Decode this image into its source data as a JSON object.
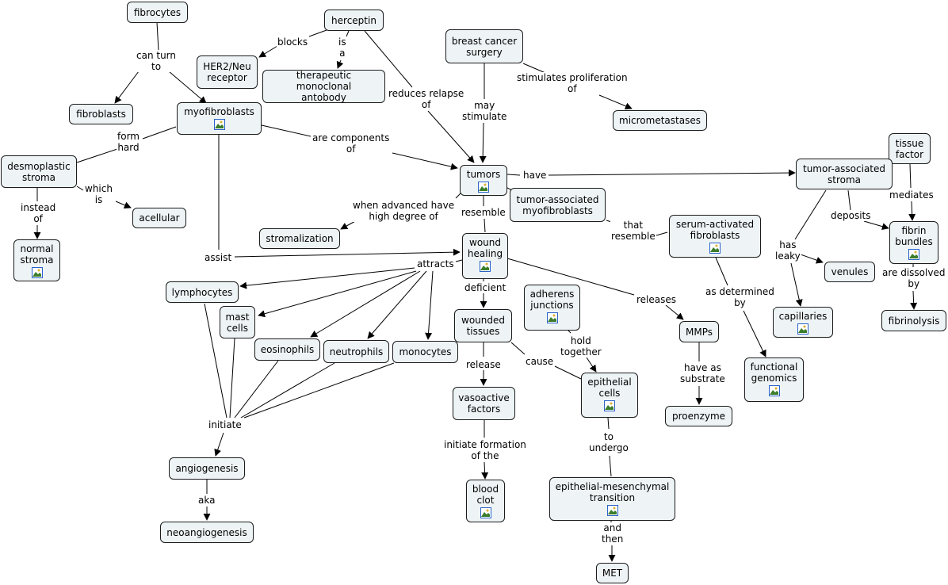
{
  "nodes": {
    "fibrocytes": "fibrocytes",
    "herceptin": "herceptin",
    "her2": "HER2/Neu\nreceptor",
    "therapeutic": "therapeutic monoclonal\nantobody",
    "breast_cancer_surgery": "breast cancer\nsurgery",
    "fibroblasts": "fibroblasts",
    "myofibroblasts": "myofibroblasts",
    "micrometastases": "micrometastases",
    "tissue_factor": "tissue\nfactor",
    "desmoplastic_stroma": "desmoplastic\nstroma",
    "tumors": "tumors",
    "tumor_assoc_stroma": "tumor-associated\nstroma",
    "tumor_assoc_myofib": "tumor-associated\nmyofibroblasts",
    "acellular": "acellular",
    "serum_activated": "serum-activated\nfibroblasts",
    "fibrin_bundles": "fibrin\nbundles",
    "stromalization": "stromalization",
    "normal_stroma": "normal\nstroma",
    "wound_healing": "wound\nhealing",
    "venules": "venules",
    "lymphocytes": "lymphocytes",
    "mast_cells": "mast\ncells",
    "adherens": "adherens\njunctions",
    "capillaries": "capillaries",
    "fibrinolysis": "fibrinolysis",
    "wounded_tissues": "wounded\ntissues",
    "mmps": "MMPs",
    "eosinophils": "eosinophils",
    "neutrophils": "neutrophils",
    "monocytes": "monocytes",
    "functional_genomics": "functional\ngenomics",
    "epithelial_cells": "epithelial\ncells",
    "vasoactive": "vasoactive\nfactors",
    "proenzyme": "proenzyme",
    "angiogenesis": "angiogenesis",
    "blood_clot": "blood\nclot",
    "emt": "epithelial-mesenchymal\ntransition",
    "neoangiogenesis": "neoangiogenesis",
    "met": "MET"
  },
  "links": {
    "can_turn_to": "can turn\nto",
    "blocks": "blocks",
    "is_a": "is\na",
    "reduces_relapse": "reduces relapse\nof",
    "may_stimulate": "may\nstimulate",
    "stimulates_prolif": "stimulates proliferation\nof",
    "form_hard": "form\nhard",
    "are_components": "are components\nof",
    "have": "have",
    "mediates": "mediates",
    "which_is": "which\nis",
    "instead_of": "instead\nof",
    "when_advanced": "when advanced have\nhigh degree of",
    "resemble": "resemble",
    "that_resemble": "that\nresemble",
    "deposits": "deposits",
    "has_leaky": "has\nleaky",
    "are_dissolved": "are dissolved\nby",
    "assist": "assist",
    "attracts": "attracts",
    "deficient": "deficient",
    "as_determined": "as determined\nby",
    "releases": "releases",
    "hold_together": "hold\ntogether",
    "release": "release",
    "cause": "cause",
    "have_substrate": "have as\nsubstrate",
    "initiate": "initiate",
    "to_undergo": "to\nundergo",
    "initiate_formation": "initiate formation\nof the",
    "aka": "aka",
    "and_then": "and\nthen"
  }
}
